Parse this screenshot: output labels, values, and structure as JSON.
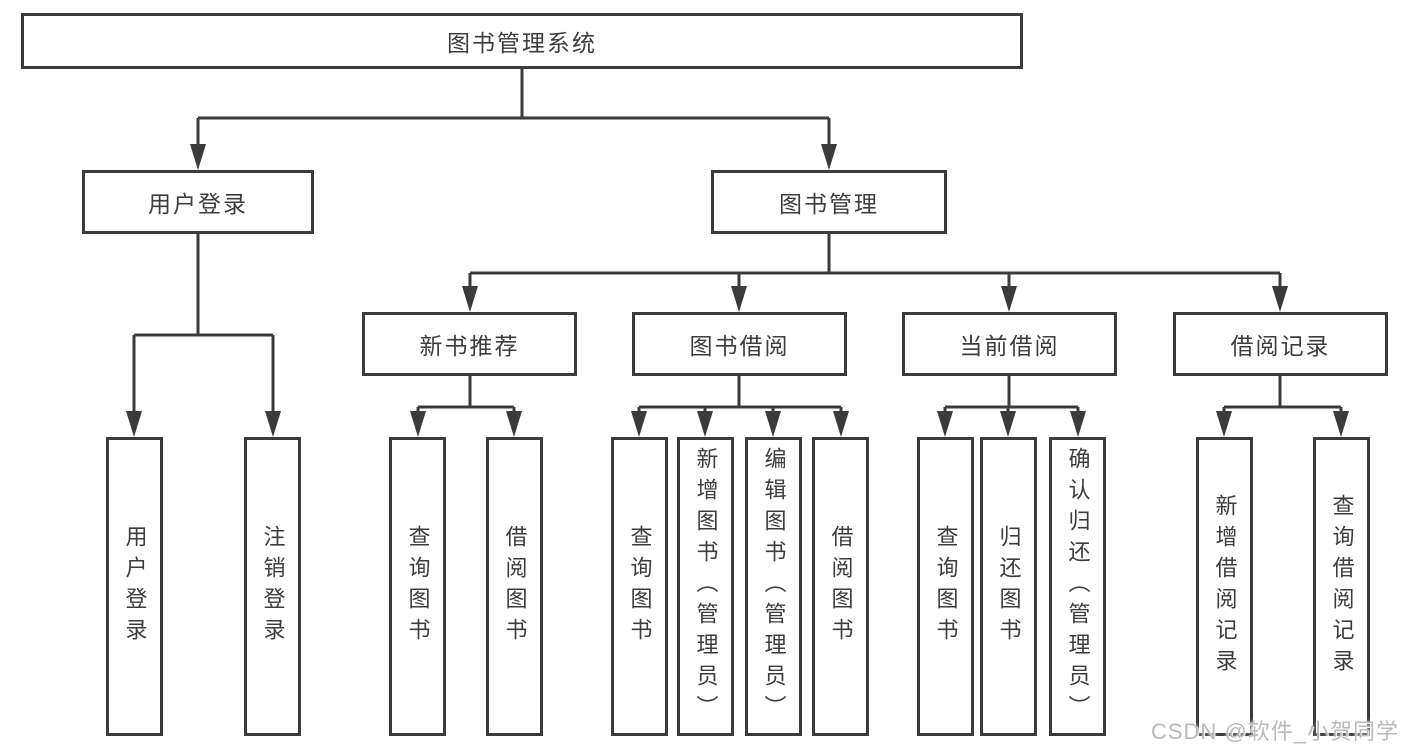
{
  "diagram": {
    "type": "function-structure-tree",
    "tree": {
      "label": "图书管理系统",
      "children": [
        {
          "label": "用户登录",
          "children": [
            {
              "label": "用户登录"
            },
            {
              "label": "注销登录"
            }
          ]
        },
        {
          "label": "图书管理",
          "children": [
            {
              "label": "新书推荐",
              "children": [
                {
                  "label": "查询图书"
                },
                {
                  "label": "借阅图书"
                }
              ]
            },
            {
              "label": "图书借阅",
              "children": [
                {
                  "label": "查询图书"
                },
                {
                  "label": "新增图书（管理员）"
                },
                {
                  "label": "编辑图书（管理员）"
                },
                {
                  "label": "借阅图书"
                }
              ]
            },
            {
              "label": "当前借阅",
              "children": [
                {
                  "label": "查询图书"
                },
                {
                  "label": "归还图书"
                },
                {
                  "label": "确认归还（管理员）"
                }
              ]
            },
            {
              "label": "借阅记录",
              "children": [
                {
                  "label": "新增借阅记录"
                },
                {
                  "label": "查询借阅记录"
                }
              ]
            }
          ]
        }
      ]
    },
    "colors": {
      "line": "#3b3b3b",
      "text": "#3d3d3d",
      "background": "#ffffff",
      "watermark": "#b9babc"
    }
  },
  "watermark": "CSDN @软件_小贺同学"
}
